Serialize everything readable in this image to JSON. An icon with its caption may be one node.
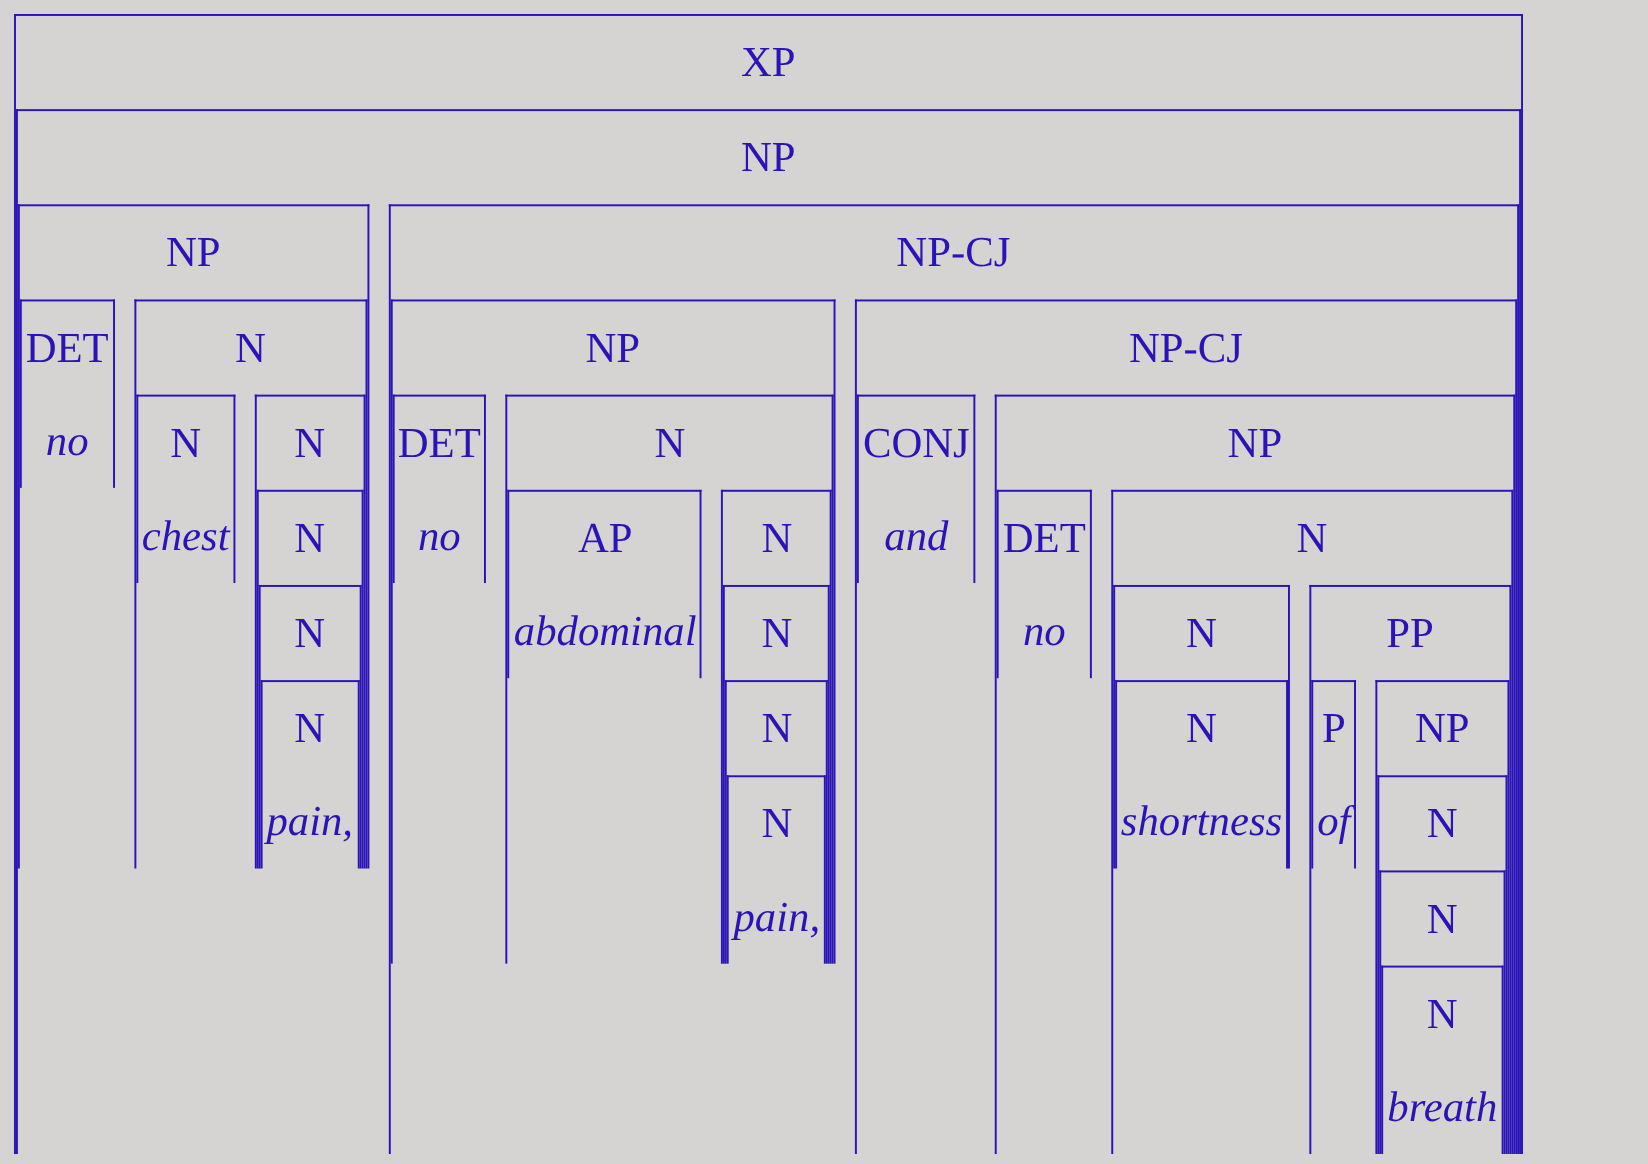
{
  "diagram": {
    "nodes": [
      {
        "text": [
          "XP"
        ]
      },
      {
        "text": [
          "NP"
        ],
        "in": 0
      },
      {
        "text": [
          "NP"
        ],
        "in": 1
      },
      {
        "text": [
          "DET",
          "no"
        ],
        "in": 2
      },
      {
        "text": [
          "N"
        ],
        "in": 2
      },
      {
        "text": [
          "N",
          "chest"
        ],
        "in": 4
      },
      {
        "text": [
          "N"
        ],
        "in": 4
      },
      {
        "text": [
          "N"
        ],
        "in": 6
      },
      {
        "text": [
          "N"
        ],
        "in": 7
      },
      {
        "text": [
          "N",
          "pain,"
        ],
        "in": 8
      },
      {
        "text": [
          "NP-CJ"
        ],
        "in": 1
      },
      {
        "text": [
          "NP"
        ],
        "in": 10
      },
      {
        "text": [
          "DET",
          "no"
        ],
        "in": 11
      },
      {
        "text": [
          "N"
        ],
        "in": 11
      },
      {
        "text": [
          "AP",
          "abdominal"
        ],
        "in": 13
      },
      {
        "text": [
          "N"
        ],
        "in": 13
      },
      {
        "text": [
          "N"
        ],
        "in": 15
      },
      {
        "text": [
          "N"
        ],
        "in": 16
      },
      {
        "text": [
          "N",
          "pain,"
        ],
        "in": 17
      },
      {
        "text": [
          "NP-CJ"
        ],
        "in": 10
      },
      {
        "text": [
          "CONJ",
          "and"
        ],
        "in": 19
      },
      {
        "text": [
          "NP"
        ],
        "in": 19
      },
      {
        "text": [
          "DET",
          "no"
        ],
        "in": 21
      },
      {
        "text": [
          "N"
        ],
        "in": 21
      },
      {
        "text": [
          "N"
        ],
        "in": 23
      },
      {
        "text": [
          "N",
          "shortness"
        ],
        "in": 24
      },
      {
        "text": [
          "PP"
        ],
        "in": 23
      },
      {
        "text": [
          "P",
          "of"
        ],
        "in": 26
      },
      {
        "text": [
          "NP"
        ],
        "in": 26
      },
      {
        "text": [
          "N"
        ],
        "in": 28
      },
      {
        "text": [
          "N"
        ],
        "in": 29
      },
      {
        "text": [
          "N",
          "breath"
        ],
        "in": 30
      }
    ]
  }
}
